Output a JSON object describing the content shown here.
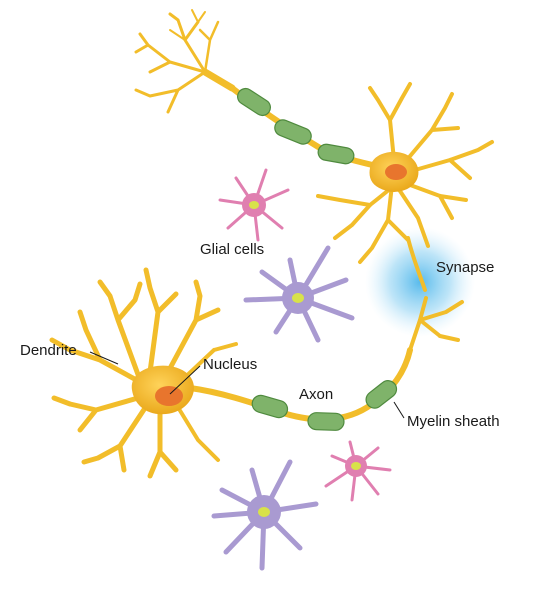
{
  "labels": {
    "glial_cells": "Glial cells",
    "synapse": "Synapse",
    "dendrite": "Dendrite",
    "nucleus": "Nucleus",
    "axon": "Axon",
    "myelin_sheath": "Myelin sheath"
  },
  "colors": {
    "neuron": "#f2bd2a",
    "neuron_edge": "#d99a12",
    "myelin": "#7fb36a",
    "myelin_edge": "#4f8a3e",
    "nucleus": "#e8752d",
    "glial_purple": "#a99ad1",
    "glial_pink": "#e07fb0",
    "glial_nucleus": "#d8e24a",
    "synapse_glow": "#3aaee8"
  }
}
